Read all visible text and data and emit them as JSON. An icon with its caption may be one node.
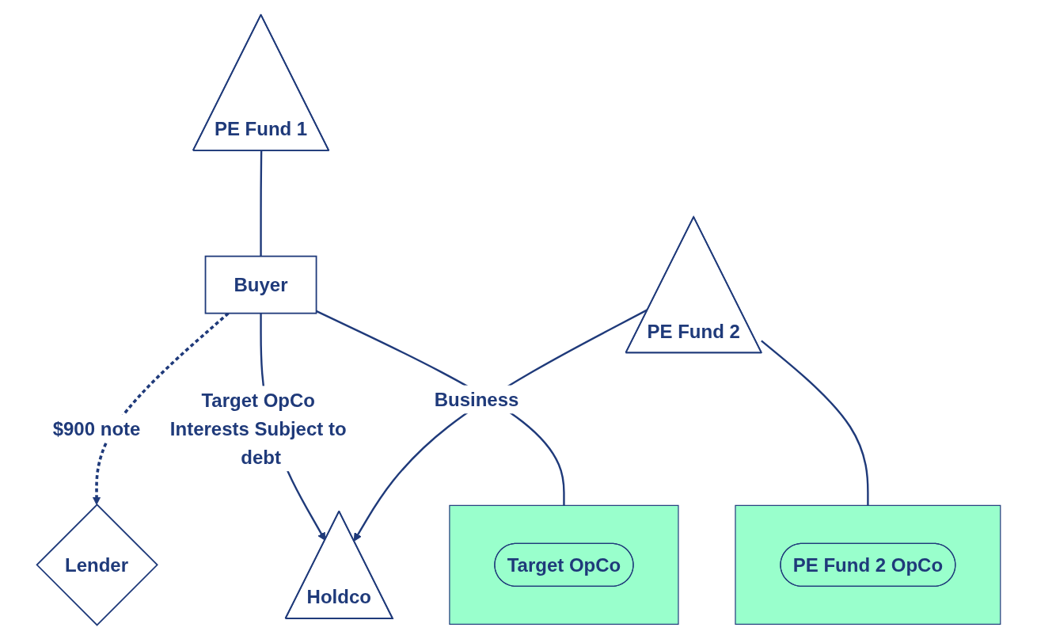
{
  "diagram": {
    "nodes": [
      {
        "text": [
          "PE Fund 1"
        ]
      },
      {
        "text": [
          "Lender"
        ]
      },
      {
        "text": [
          "Buyer"
        ]
      },
      {
        "text": [],
        "shape": "box"
      },
      {
        "text": [
          "Target OpCo"
        ],
        "in": 3
      },
      {
        "text": [
          "PE Fund 2"
        ]
      },
      {
        "text": [
          "Holdco"
        ]
      },
      {
        "text": [],
        "shape": "box"
      },
      {
        "text": [
          "PE Fund 2 OpCo"
        ],
        "in": 7
      }
    ],
    "edges": [
      {
        "from": 0,
        "to": 2,
        "arrow": "none"
      },
      {
        "from": 2,
        "to": 1,
        "arrow": "to",
        "label": "$900 note",
        "style": "dashed"
      },
      {
        "from": 2,
        "to": 6,
        "arrow": "to",
        "label": "Target OpCo Interests Subject to debt"
      },
      {
        "from": 5,
        "to": 6,
        "arrow": "to",
        "label": "Business"
      },
      {
        "from": 2,
        "to": 3,
        "arrow": "none"
      },
      {
        "from": 5,
        "to": 7,
        "arrow": "none"
      }
    ]
  }
}
